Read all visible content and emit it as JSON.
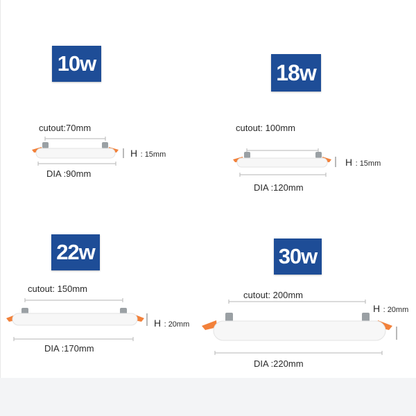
{
  "colors": {
    "badge_background": "#1e4d97",
    "badge_text": "#ffffff",
    "tab_orange": "#f2813a",
    "light_body": "#f7f7f7",
    "dimension_line": "#b5b5b5",
    "footer_band": "#f3f4f6"
  },
  "panels": [
    {
      "badge": "10w",
      "cutout": "cutout:70mm",
      "height_letter": "H",
      "height_value": ": 15mm",
      "diameter": "DIA :90mm"
    },
    {
      "badge": "18w",
      "cutout": "cutout: 100mm",
      "height_letter": "H",
      "height_value": ": 15mm",
      "diameter": "DIA :120mm"
    },
    {
      "badge": "22w",
      "cutout": "cutout: 150mm",
      "height_letter": "H",
      "height_value": ": 20mm",
      "diameter": "DIA :170mm"
    },
    {
      "badge": "30w",
      "cutout": "cutout: 200mm",
      "height_letter": "H",
      "height_value": ": 20mm",
      "diameter": "DIA :220mm"
    }
  ]
}
